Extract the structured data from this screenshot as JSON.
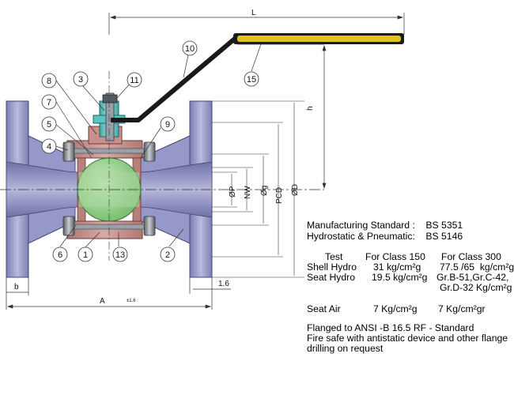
{
  "dims": {
    "L": "L",
    "h": "h",
    "b": "b",
    "A": "A",
    "A_tol": "±1.6",
    "t": "1.6",
    "P": "ØP",
    "g": "Øg",
    "NW": "NW",
    "PCD": "PCD",
    "D": "ØD"
  },
  "balloons": [
    "1",
    "2",
    "3",
    "4",
    "5",
    "6",
    "7",
    "8",
    "9",
    "10",
    "11",
    "13",
    "15"
  ],
  "specs": {
    "standard": "Manufacturing Standard :    BS 5351",
    "hydro": "Hydrostatic & Pneumatic:    BS 5146",
    "col_test": "Test",
    "col150": "For Class 150",
    "col300": "For Class 300",
    "shell_label": "Shell Hydro",
    "shell150": "31 kg/cm²g",
    "shell300": "77.5 /65  kg/cm²g",
    "seat_label": "Seat Hydro",
    "seat150": "19.5 kg/cm²g",
    "seat300a": "Gr.B-51,Gr.C-42,",
    "seat300b": "Gr.D-32 Kg/cm²g",
    "air_label": "Seat Air",
    "air150": "7 Kg/cm²g",
    "air300": "7 Kg/cm²gr",
    "flange1": "Flanged to ANSI -B 16.5 RF - Standard",
    "flange2": "Fire safe with antistatic device and other flange",
    "flange3": "drilling on request"
  }
}
